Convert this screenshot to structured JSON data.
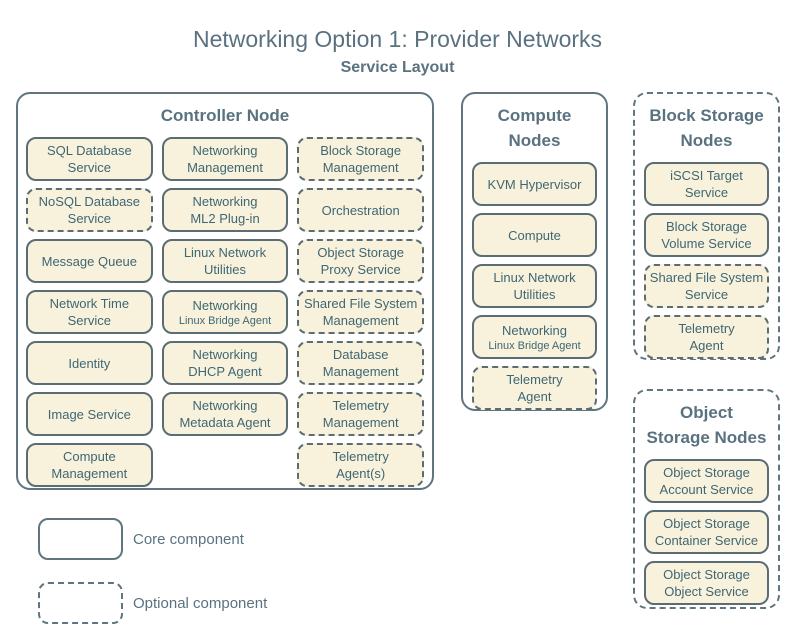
{
  "title": "Networking Option 1: Provider Networks",
  "subtitle": "Service Layout",
  "colors": {
    "box_fill": "#f8f2dc",
    "border": "#5a6c74",
    "node_border": "#60757f",
    "text": "#3f6673",
    "heading": "#5a7280"
  },
  "legend": {
    "core_label": "Core component",
    "optional_label": "Optional component"
  },
  "nodes": {
    "controller": {
      "title": "Controller Node",
      "style": "core",
      "columns": [
        {
          "services": [
            {
              "label": "SQL Database\nService",
              "optional": false
            },
            {
              "label": "NoSQL Database\nService",
              "optional": true
            },
            {
              "label": "Message Queue",
              "optional": false
            },
            {
              "label": "Network Time\nService",
              "optional": false
            },
            {
              "label": "Identity",
              "optional": false
            },
            {
              "label": "Image Service",
              "optional": false
            },
            {
              "label": "Compute\nManagement",
              "optional": false
            }
          ]
        },
        {
          "services": [
            {
              "label": "Networking\nManagement",
              "optional": false
            },
            {
              "label": "Networking\nML2 Plug-in",
              "optional": false
            },
            {
              "label": "Linux Network\nUtilities",
              "optional": false
            },
            {
              "label": "Networking",
              "sublabel": "Linux Bridge Agent",
              "optional": false
            },
            {
              "label": "Networking\nDHCP Agent",
              "optional": false
            },
            {
              "label": "Networking\nMetadata Agent",
              "optional": false
            }
          ]
        },
        {
          "services": [
            {
              "label": "Block Storage\nManagement",
              "optional": true
            },
            {
              "label": "Orchestration",
              "optional": true
            },
            {
              "label": "Object Storage\nProxy Service",
              "optional": true
            },
            {
              "label": "Shared File System\nManagement",
              "optional": true
            },
            {
              "label": "Database\nManagement",
              "optional": true
            },
            {
              "label": "Telemetry\nManagement",
              "optional": true
            },
            {
              "label": "Telemetry\nAgent(s)",
              "optional": true
            }
          ]
        }
      ]
    },
    "compute": {
      "title": "Compute\nNodes",
      "style": "core",
      "services": [
        {
          "label": "KVM Hypervisor",
          "optional": false
        },
        {
          "label": "Compute",
          "optional": false
        },
        {
          "label": "Linux Network\nUtilities",
          "optional": false
        },
        {
          "label": "Networking",
          "sublabel": "Linux Bridge Agent",
          "optional": false
        },
        {
          "label": "Telemetry\nAgent",
          "optional": true
        }
      ]
    },
    "block_storage": {
      "title": "Block Storage\nNodes",
      "style": "optional",
      "services": [
        {
          "label": "iSCSI Target\nService",
          "optional": false
        },
        {
          "label": "Block Storage\nVolume Service",
          "optional": false
        },
        {
          "label": "Shared File System\nService",
          "optional": true
        },
        {
          "label": "Telemetry\nAgent",
          "optional": true
        }
      ]
    },
    "object_storage": {
      "title": "Object\nStorage Nodes",
      "style": "optional",
      "services": [
        {
          "label": "Object Storage\nAccount Service",
          "optional": false
        },
        {
          "label": "Object Storage\nContainer Service",
          "optional": false
        },
        {
          "label": "Object Storage\nObject Service",
          "optional": false
        }
      ]
    }
  }
}
